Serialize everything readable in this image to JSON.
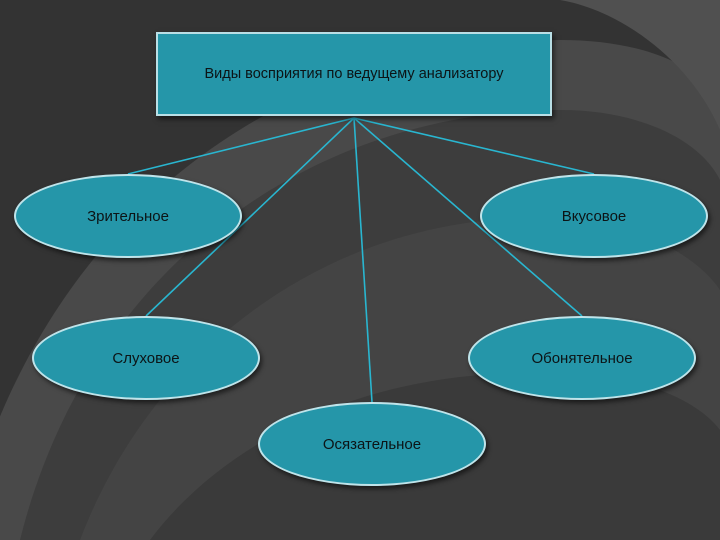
{
  "diagram": {
    "root": {
      "label": "Виды восприятия по ведущему анализатору"
    },
    "nodes": [
      {
        "id": "visual",
        "label": "Зрительное"
      },
      {
        "id": "auditory",
        "label": "Слуховое"
      },
      {
        "id": "tactile",
        "label": "Осязательное"
      },
      {
        "id": "olfactory",
        "label": "Обонятельное"
      },
      {
        "id": "gustatory",
        "label": "Вкусовое"
      }
    ],
    "edges": [
      {
        "from": "root",
        "to": "visual"
      },
      {
        "from": "root",
        "to": "auditory"
      },
      {
        "from": "root",
        "to": "tactile"
      },
      {
        "from": "root",
        "to": "olfactory"
      },
      {
        "from": "root",
        "to": "gustatory"
      }
    ],
    "colors": {
      "background": "#333333",
      "background_swirl": "#4a4a4a",
      "node_fill": "#2596a9",
      "node_border": "#bfe4ea",
      "connector": "#29b6d0"
    }
  }
}
